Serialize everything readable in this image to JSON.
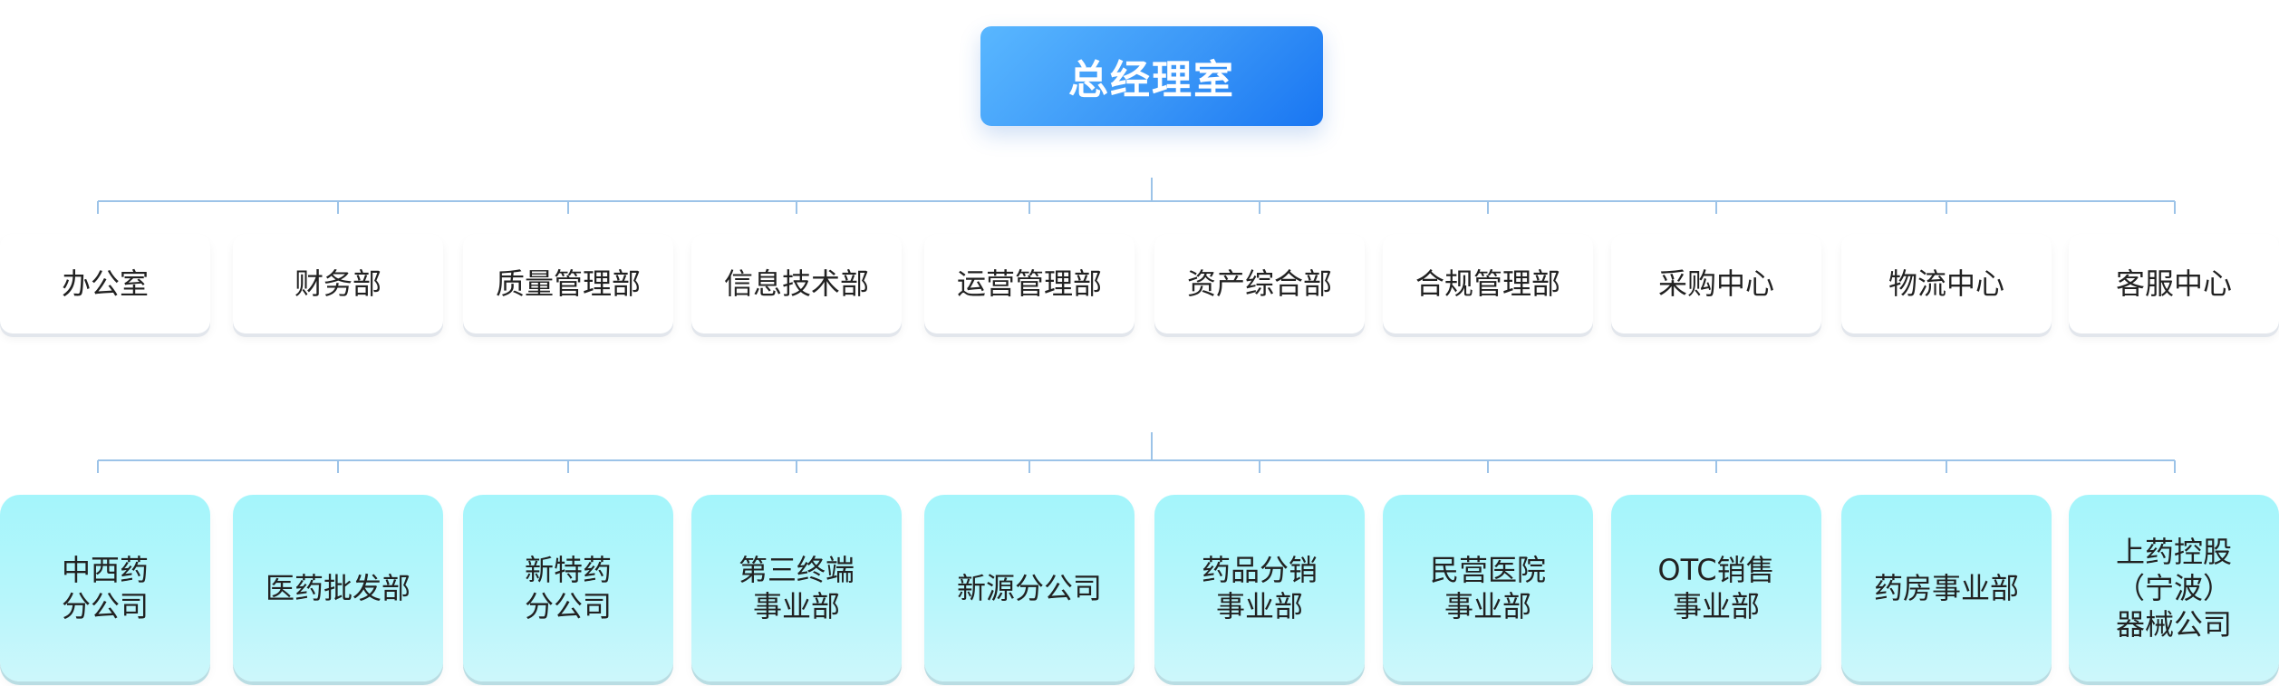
{
  "top": {
    "label": "总经理室"
  },
  "departments": [
    {
      "label": "办公室"
    },
    {
      "label": "财务部"
    },
    {
      "label": "质量管理部"
    },
    {
      "label": "信息技术部"
    },
    {
      "label": "运营管理部"
    },
    {
      "label": "资产综合部"
    },
    {
      "label": "合规管理部"
    },
    {
      "label": "采购中心"
    },
    {
      "label": "物流中心"
    },
    {
      "label": "客服中心"
    }
  ],
  "units": [
    {
      "label": "中西药\n分公司"
    },
    {
      "label": "医药批发部"
    },
    {
      "label": "新特药\n分公司"
    },
    {
      "label": "第三终端\n事业部"
    },
    {
      "label": "新源分公司"
    },
    {
      "label": "药品分销\n事业部"
    },
    {
      "label": "民营医院\n事业部"
    },
    {
      "label": "OTC销售\n事业部"
    },
    {
      "label": "药房事业部"
    },
    {
      "label": "上药控股\n（宁波）\n器械公司"
    }
  ],
  "colors": {
    "connector": "#9cc3e8",
    "top_gradient_start": "#59b7ff",
    "top_gradient_end": "#1976f2",
    "unit_fill": "#a4f5fb"
  }
}
